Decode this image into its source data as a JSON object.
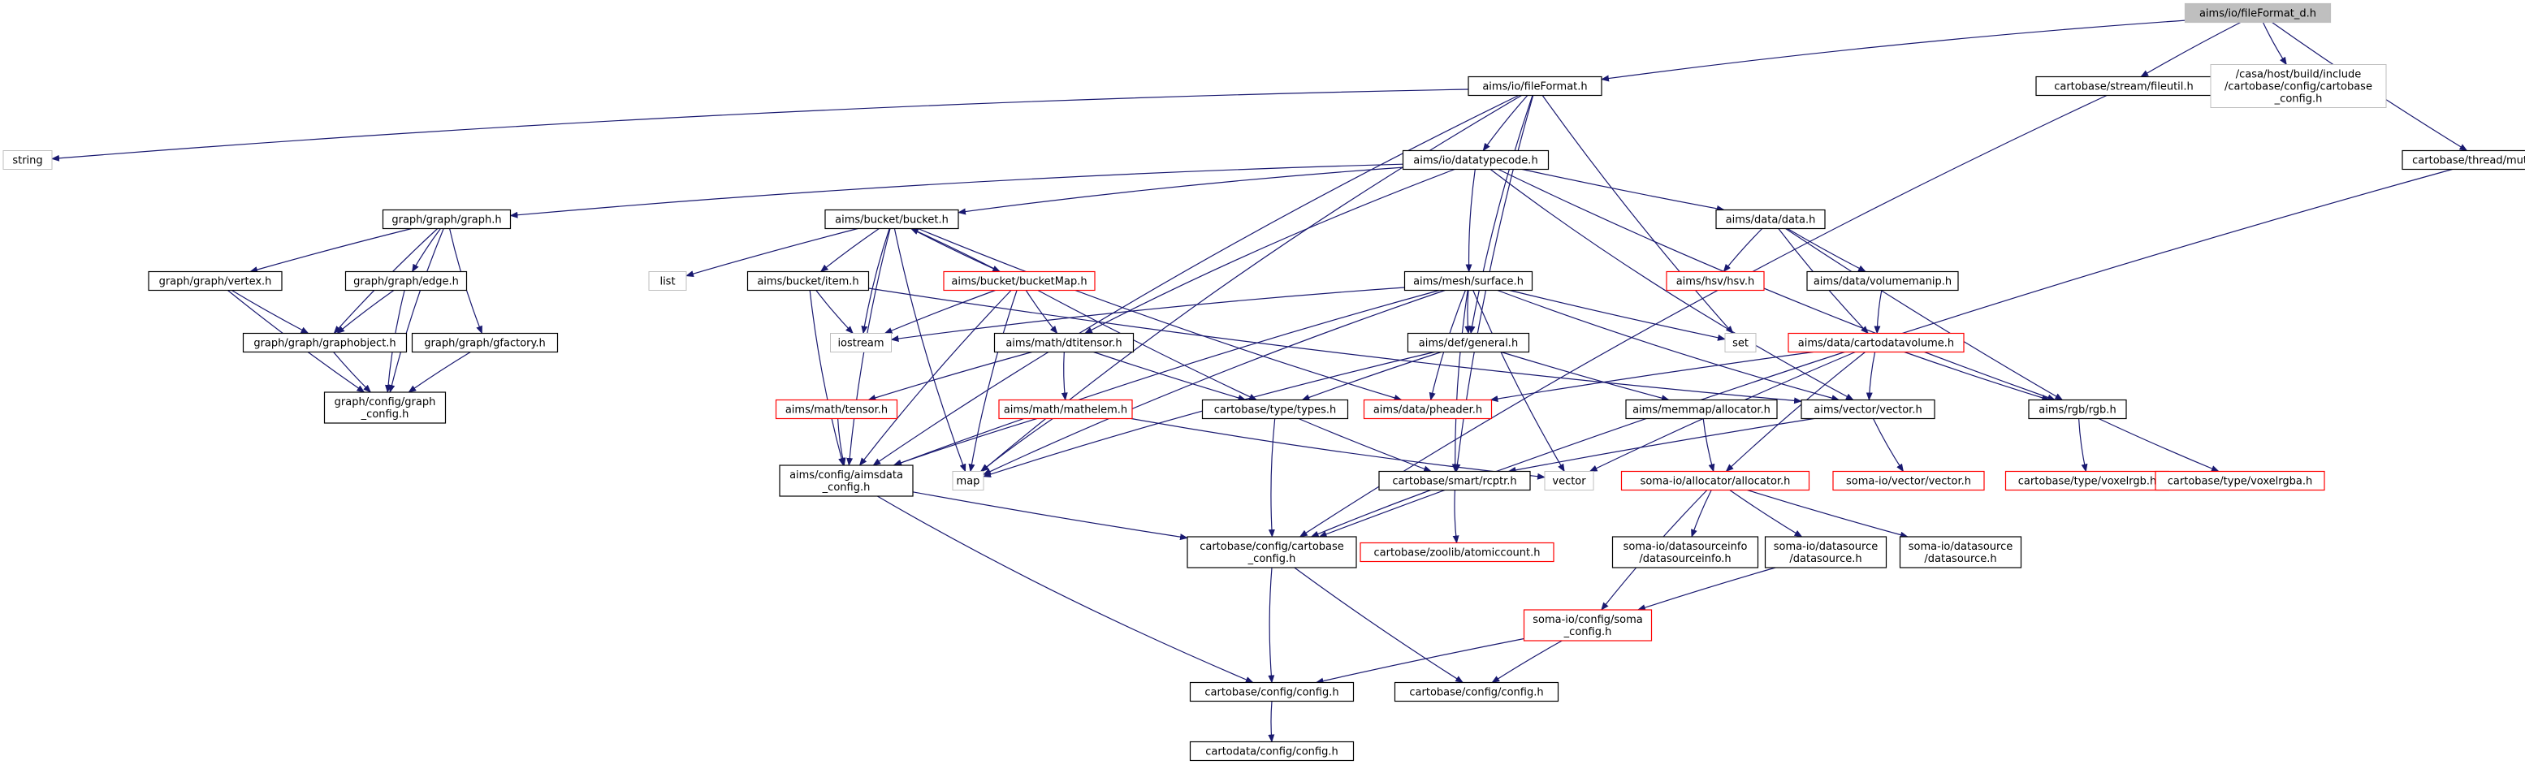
{
  "colors": {
    "edge": "#191970",
    "border_black": "#000000",
    "border_red": "#ff0000",
    "border_gray": "#bfbfbf",
    "root_fill": "#bfbfbf",
    "background": "#ffffff"
  },
  "nodes": [
    {
      "id": "root",
      "lines": [
        "aims/io/fileFormat_d.h"
      ],
      "style": "root"
    },
    {
      "id": "fileformat",
      "lines": [
        "aims/io/fileFormat.h"
      ],
      "style": "black"
    },
    {
      "id": "fileutil",
      "lines": [
        "cartobase/stream/fileutil.h"
      ],
      "style": "black"
    },
    {
      "id": "casa_cfg",
      "lines": [
        "/casa/host/build/include",
        "/cartobase/config/cartobase",
        "_config.h"
      ],
      "style": "gray"
    },
    {
      "id": "mutex",
      "lines": [
        "cartobase/thread/mutex.h"
      ],
      "style": "black"
    },
    {
      "id": "string",
      "lines": [
        "string"
      ],
      "style": "gray"
    },
    {
      "id": "datatypecode",
      "lines": [
        "aims/io/datatypecode.h"
      ],
      "style": "black"
    },
    {
      "id": "graph",
      "lines": [
        "graph/graph/graph.h"
      ],
      "style": "black"
    },
    {
      "id": "bucket",
      "lines": [
        "aims/bucket/bucket.h"
      ],
      "style": "black"
    },
    {
      "id": "datah",
      "lines": [
        "aims/data/data.h"
      ],
      "style": "black"
    },
    {
      "id": "vertex",
      "lines": [
        "graph/graph/vertex.h"
      ],
      "style": "black"
    },
    {
      "id": "edge",
      "lines": [
        "graph/graph/edge.h"
      ],
      "style": "black"
    },
    {
      "id": "list",
      "lines": [
        "list"
      ],
      "style": "gray"
    },
    {
      "id": "item",
      "lines": [
        "aims/bucket/item.h"
      ],
      "style": "black"
    },
    {
      "id": "bucketmap",
      "lines": [
        "aims/bucket/bucketMap.h"
      ],
      "style": "red"
    },
    {
      "id": "surface",
      "lines": [
        "aims/mesh/surface.h"
      ],
      "style": "black"
    },
    {
      "id": "hsv",
      "lines": [
        "aims/hsv/hsv.h"
      ],
      "style": "red"
    },
    {
      "id": "volmanip",
      "lines": [
        "aims/data/volumemanip.h"
      ],
      "style": "black"
    },
    {
      "id": "graphobject",
      "lines": [
        "graph/graph/graphobject.h"
      ],
      "style": "black"
    },
    {
      "id": "gfactory",
      "lines": [
        "graph/graph/gfactory.h"
      ],
      "style": "black"
    },
    {
      "id": "iostream",
      "lines": [
        "iostream"
      ],
      "style": "gray"
    },
    {
      "id": "dtitensor",
      "lines": [
        "aims/math/dtitensor.h"
      ],
      "style": "black"
    },
    {
      "id": "general",
      "lines": [
        "aims/def/general.h"
      ],
      "style": "black"
    },
    {
      "id": "set",
      "lines": [
        "set"
      ],
      "style": "gray"
    },
    {
      "id": "cartovol",
      "lines": [
        "aims/data/cartodatavolume.h"
      ],
      "style": "red"
    },
    {
      "id": "graphcfg",
      "lines": [
        "graph/config/graph",
        "_config.h"
      ],
      "style": "black"
    },
    {
      "id": "tensor",
      "lines": [
        "aims/math/tensor.h"
      ],
      "style": "red"
    },
    {
      "id": "mathelem",
      "lines": [
        "aims/math/mathelem.h"
      ],
      "style": "red"
    },
    {
      "id": "types",
      "lines": [
        "cartobase/type/types.h"
      ],
      "style": "black"
    },
    {
      "id": "pheader",
      "lines": [
        "aims/data/pheader.h"
      ],
      "style": "red"
    },
    {
      "id": "allocator",
      "lines": [
        "aims/memmap/allocator.h"
      ],
      "style": "black"
    },
    {
      "id": "vectorh",
      "lines": [
        "aims/vector/vector.h"
      ],
      "style": "black"
    },
    {
      "id": "rgb",
      "lines": [
        "aims/rgb/rgb.h"
      ],
      "style": "black"
    },
    {
      "id": "aimscfg",
      "lines": [
        "aims/config/aimsdata",
        "_config.h"
      ],
      "style": "black"
    },
    {
      "id": "map",
      "lines": [
        "map"
      ],
      "style": "gray"
    },
    {
      "id": "vector",
      "lines": [
        "vector"
      ],
      "style": "gray"
    },
    {
      "id": "rcptr",
      "lines": [
        "cartobase/smart/rcptr.h"
      ],
      "style": "black"
    },
    {
      "id": "somaalloc",
      "lines": [
        "soma-io/allocator/allocator.h"
      ],
      "style": "red"
    },
    {
      "id": "somavector",
      "lines": [
        "soma-io/vector/vector.h"
      ],
      "style": "red"
    },
    {
      "id": "voxelrgb",
      "lines": [
        "cartobase/type/voxelrgb.h"
      ],
      "style": "red"
    },
    {
      "id": "voxelrgba",
      "lines": [
        "cartobase/type/voxelrgba.h"
      ],
      "style": "red"
    },
    {
      "id": "cbcfg",
      "lines": [
        "cartobase/config/cartobase",
        "_config.h"
      ],
      "style": "black"
    },
    {
      "id": "atomic",
      "lines": [
        "cartobase/zoolib/atomiccount.h"
      ],
      "style": "red"
    },
    {
      "id": "dsinfo",
      "lines": [
        "soma-io/datasourceinfo",
        "/datasourceinfo.h"
      ],
      "style": "black"
    },
    {
      "id": "ds1",
      "lines": [
        "soma-io/datasource",
        "/datasource.h"
      ],
      "style": "black"
    },
    {
      "id": "ds2",
      "lines": [
        "soma-io/datasource",
        "/datasource.h"
      ],
      "style": "black"
    },
    {
      "id": "somacfg",
      "lines": [
        "soma-io/config/soma",
        "_config.h"
      ],
      "style": "red"
    },
    {
      "id": "cbconfig",
      "lines": [
        "cartobase/config/config.h"
      ],
      "style": "black"
    },
    {
      "id": "cbconfig2",
      "lines": [
        "cartobase/config/config.h"
      ],
      "style": "black"
    },
    {
      "id": "cdconfig",
      "lines": [
        "cartodata/config/config.h"
      ],
      "style": "black"
    }
  ],
  "edges": [
    [
      "root",
      "fileformat"
    ],
    [
      "root",
      "fileutil"
    ],
    [
      "root",
      "casa_cfg"
    ],
    [
      "root",
      "mutex"
    ],
    [
      "fileformat",
      "string"
    ],
    [
      "fileformat",
      "datatypecode"
    ],
    [
      "fileformat",
      "general"
    ],
    [
      "fileformat",
      "aimscfg"
    ],
    [
      "fileformat",
      "map"
    ],
    [
      "fileformat",
      "set"
    ],
    [
      "fileformat",
      "rcptr"
    ],
    [
      "fileutil",
      "cbcfg"
    ],
    [
      "mutex",
      "cbcfg"
    ],
    [
      "datatypecode",
      "graph"
    ],
    [
      "datatypecode",
      "bucket"
    ],
    [
      "datatypecode",
      "datah"
    ],
    [
      "datatypecode",
      "surface"
    ],
    [
      "datatypecode",
      "dtitensor"
    ],
    [
      "datatypecode",
      "vectorh"
    ],
    [
      "datatypecode",
      "rgb"
    ],
    [
      "graph",
      "vertex"
    ],
    [
      "graph",
      "edge"
    ],
    [
      "graph",
      "graphobject"
    ],
    [
      "graph",
      "gfactory"
    ],
    [
      "graph",
      "graphcfg"
    ],
    [
      "vertex",
      "graphobject"
    ],
    [
      "vertex",
      "graphcfg"
    ],
    [
      "edge",
      "graphobject"
    ],
    [
      "edge",
      "graphcfg"
    ],
    [
      "graphobject",
      "graphcfg"
    ],
    [
      "gfactory",
      "graphcfg"
    ],
    [
      "bucket",
      "list"
    ],
    [
      "bucket",
      "item"
    ],
    [
      "bucket",
      "bucketmap"
    ],
    [
      "bucket",
      "iostream"
    ],
    [
      "bucket",
      "pheader"
    ],
    [
      "bucket",
      "aimscfg"
    ],
    [
      "bucket",
      "map"
    ],
    [
      "bucketmap",
      "bucket"
    ],
    [
      "bucketmap",
      "iostream"
    ],
    [
      "bucketmap",
      "dtitensor"
    ],
    [
      "bucketmap",
      "types"
    ],
    [
      "bucketmap",
      "map"
    ],
    [
      "bucketmap",
      "aimscfg"
    ],
    [
      "item",
      "iostream"
    ],
    [
      "item",
      "aimscfg"
    ],
    [
      "item",
      "vectorh"
    ],
    [
      "datah",
      "hsv"
    ],
    [
      "datah",
      "volmanip"
    ],
    [
      "datah",
      "cartovol"
    ],
    [
      "datah",
      "rgb"
    ],
    [
      "volmanip",
      "cartovol"
    ],
    [
      "surface",
      "general"
    ],
    [
      "surface",
      "set"
    ],
    [
      "surface",
      "vectorh"
    ],
    [
      "surface",
      "vector"
    ],
    [
      "surface",
      "pheader"
    ],
    [
      "surface",
      "rcptr"
    ],
    [
      "surface",
      "iostream"
    ],
    [
      "surface",
      "map"
    ],
    [
      "surface",
      "aimscfg"
    ],
    [
      "dtitensor",
      "tensor"
    ],
    [
      "dtitensor",
      "mathelem"
    ],
    [
      "dtitensor",
      "types"
    ],
    [
      "general",
      "types"
    ],
    [
      "general",
      "allocator"
    ],
    [
      "general",
      "map"
    ],
    [
      "cartovol",
      "vectorh"
    ],
    [
      "cartovol",
      "rgb"
    ],
    [
      "cartovol",
      "pheader"
    ],
    [
      "cartovol",
      "somaalloc"
    ],
    [
      "cartovol",
      "vector"
    ],
    [
      "tensor",
      "aimscfg"
    ],
    [
      "mathelem",
      "aimscfg"
    ],
    [
      "mathelem",
      "map"
    ],
    [
      "mathelem",
      "vector"
    ],
    [
      "types",
      "cbcfg"
    ],
    [
      "types",
      "rcptr"
    ],
    [
      "allocator",
      "somaalloc"
    ],
    [
      "vectorh",
      "somavector"
    ],
    [
      "vectorh",
      "rcptr"
    ],
    [
      "rgb",
      "voxelrgb"
    ],
    [
      "rgb",
      "voxelrgba"
    ],
    [
      "aimscfg",
      "cbcfg"
    ],
    [
      "aimscfg",
      "cbconfig"
    ],
    [
      "rcptr",
      "cbcfg"
    ],
    [
      "rcptr",
      "atomic"
    ],
    [
      "somaalloc",
      "dsinfo"
    ],
    [
      "somaalloc",
      "ds1"
    ],
    [
      "somaalloc",
      "ds2"
    ],
    [
      "somaalloc",
      "somacfg"
    ],
    [
      "ds1",
      "somacfg"
    ],
    [
      "somacfg",
      "cbconfig"
    ],
    [
      "somacfg",
      "cbconfig2"
    ],
    [
      "cbcfg",
      "cbconfig"
    ],
    [
      "cbcfg",
      "cbconfig2"
    ],
    [
      "cbconfig",
      "cdconfig"
    ]
  ]
}
